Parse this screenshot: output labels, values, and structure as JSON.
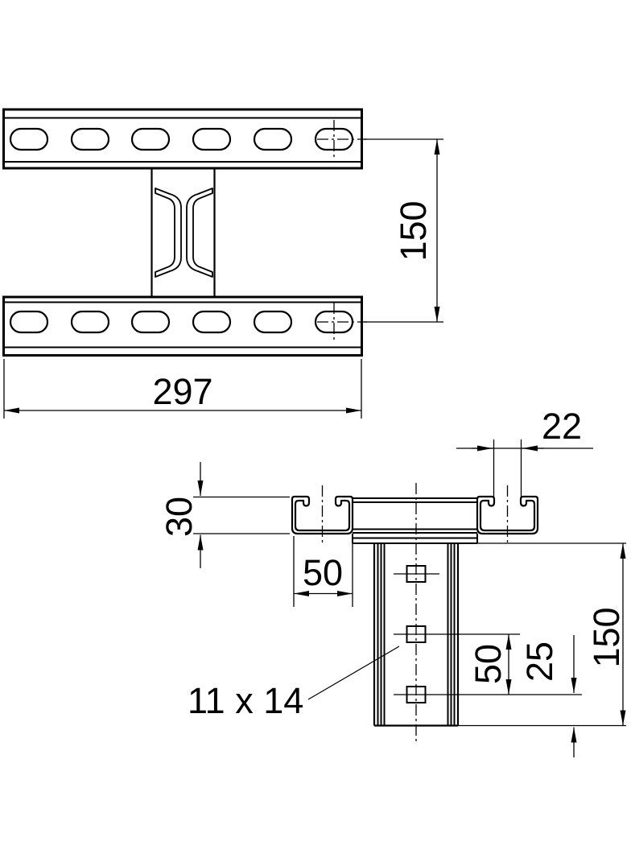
{
  "drawing": {
    "plan": {
      "dim_length": "297",
      "dim_hole_spacing": "150"
    },
    "section": {
      "dim_slot": "22",
      "dim_height": "30",
      "dim_width": "50",
      "dim_upright": "150",
      "dim_pitch": "50",
      "dim_end": "25",
      "hole_label": "11 x 14"
    },
    "colors": {
      "line": "#000000",
      "background": "#ffffff"
    }
  }
}
